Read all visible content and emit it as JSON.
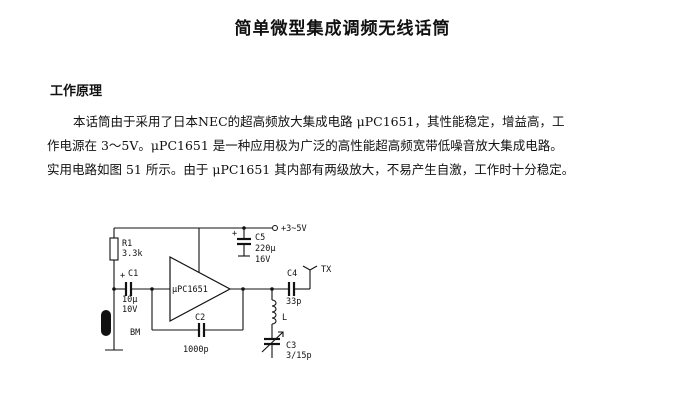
{
  "doc": {
    "title": "简单微型集成调频无线话筒",
    "section_heading": "工作原理",
    "paragraph_lines": [
      "本话筒由于采用了日本NEC的超高频放大集成电路 μPC1651，其性能稳定，增益高，工",
      "作电源在 3～5V。μPC1651 是一种应用极为广泛的高性能超高频宽带低噪音放大集成电路。",
      "实用电路如图 51 所示。由于 μPC1651 其内部有两级放大，不易产生自激，工作时十分稳定。"
    ]
  },
  "circuit": {
    "supply": "+3~5V",
    "ic": "μPC1651",
    "r1_name": "R1",
    "r1_value": "3.3k",
    "c1_name": "C1",
    "c1_value": "10μ",
    "c1_voltage": "10V",
    "mic_name": "BM",
    "c5_name": "C5",
    "c5_value": "220μ",
    "c5_voltage": "16V",
    "c4_name": "C4",
    "c4_value": "33p",
    "antenna_name": "TX",
    "c2_name": "C2",
    "c2_value": "1000p",
    "l_name": "L",
    "c3_name": "C3",
    "c3_value": "3/15p",
    "plus_sign": "+"
  }
}
